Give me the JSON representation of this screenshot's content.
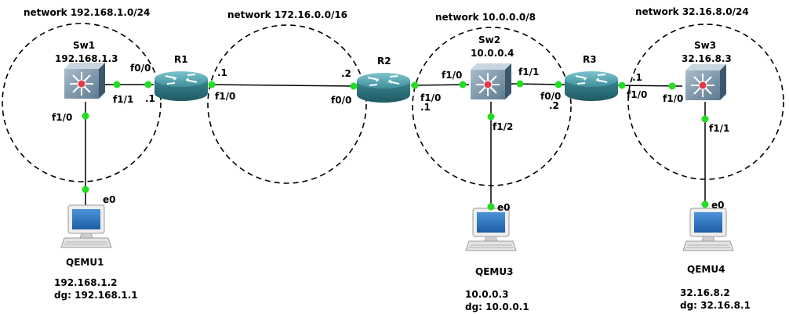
{
  "networks": [
    {
      "id": "net1",
      "label": "network 192.168.1.0/24"
    },
    {
      "id": "net2",
      "label": "network 172.16.0.0/16"
    },
    {
      "id": "net3",
      "label": "network 10.0.0.0/8"
    },
    {
      "id": "net4",
      "label": "network  32.16.8.0/24"
    }
  ],
  "devices": {
    "sw1": {
      "name": "Sw1",
      "ip": "192.168.1.3"
    },
    "sw2": {
      "name": "Sw2",
      "ip": "10.0.0.4"
    },
    "sw3": {
      "name": "Sw3",
      "ip": "32.16.8.3"
    },
    "r1": {
      "name": "R1"
    },
    "r2": {
      "name": "R2"
    },
    "r3": {
      "name": "R3"
    },
    "qemu1": {
      "name": "QEMU1",
      "ip": "192.168.1.2",
      "dg": "dg: 192.168.1.1"
    },
    "qemu3": {
      "name": "QEMU3",
      "ip": "10.0.0.3",
      "dg": "dg: 10.0.0.1"
    },
    "qemu4": {
      "name": "QEMU4",
      "ip": "32.16.8.2",
      "dg": "dg: 32.16.8.1"
    }
  },
  "ports": {
    "sw1_f00": "f0/0",
    "sw1_f11": "f1/1",
    "sw1_dot1": ".1",
    "sw1_f10": "f1/0",
    "qemu1_e0": "e0",
    "r1_dot1": ".1",
    "r1_f10": "f1/0",
    "r2_dot2": ".2",
    "r2_f00": "f0/0",
    "r2_f10": "f1/0",
    "r2_dot1": ".1",
    "sw2_f10": "f1/0",
    "sw2_f11": "f1/1",
    "sw2_f12": "f1/2",
    "qemu3_e0": "e0",
    "r3_f00": "f0/0",
    "r3_dot2": ".2",
    "r3_f10": "f1/0",
    "r3_dot1": ".1",
    "sw3_f10": "f1/0",
    "sw3_f11": "f1/1",
    "qemu4_e0": "e0"
  },
  "colors": {
    "link": "#000000",
    "port_dot": "#22dd22",
    "router_body": "#3c8e9a",
    "switch_body": "#4e6d82",
    "pc_screen": "#2a6fb7"
  }
}
